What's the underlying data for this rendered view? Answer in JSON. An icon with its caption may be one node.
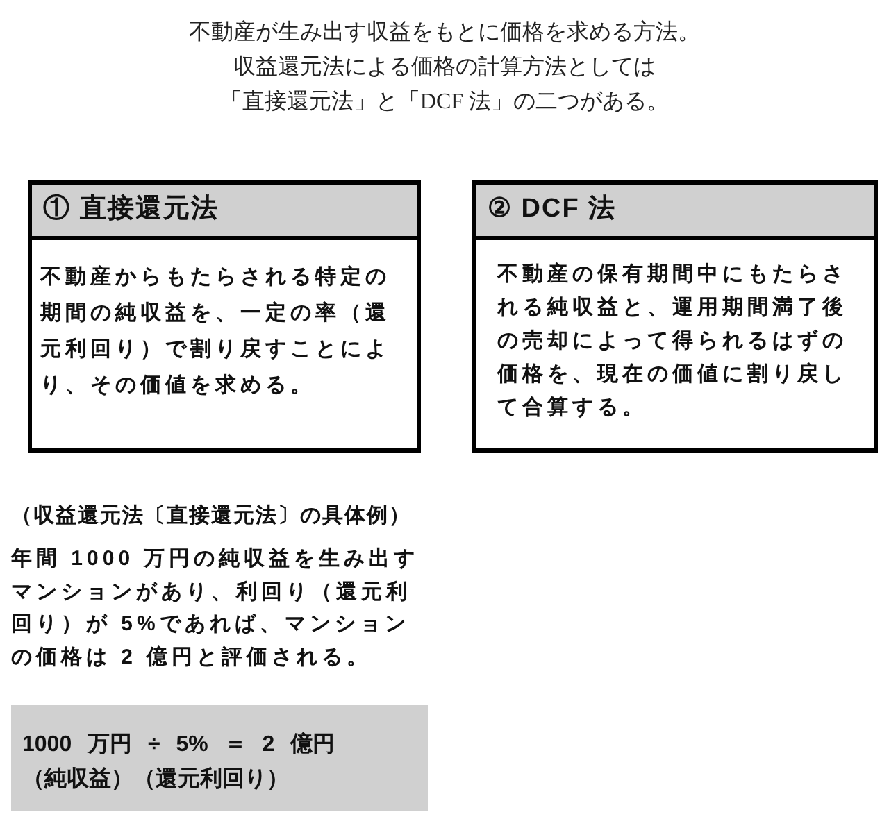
{
  "diagram": {
    "title": "不動産が生み出す収益をもとに価格を求める方法。収益還元法による価格の計算方法としては「直接還元法」と「DCF 法」の二つがある。",
    "nodes": [
      {
        "text": [
          "① 直接還元法",
          "不動産からもたらされる特定の期間の純収益を、一定の率（還元利回り）で割り戻すことにより、その価値を求める。"
        ]
      },
      {
        "text": [
          "② DCF 法",
          "不動産の保有期間中にもたらされる純収益と、運用期間満了後の売却によって得られるはずの価格を、現在の価値に割り戻して合算する。"
        ]
      },
      {
        "text": [
          "1000 万円 ÷ 5% ＝ 2 億円",
          "（純収益）（還元利回り）"
        ]
      }
    ],
    "labels": [
      "（収益還元法〔直接還元法〕の具体例）",
      "年間 1000 万円の純収益を生み出すマンションがあり、利回り（還元利回り）が 5%であれば、マンションの価格は 2 億円と評価される。"
    ]
  }
}
